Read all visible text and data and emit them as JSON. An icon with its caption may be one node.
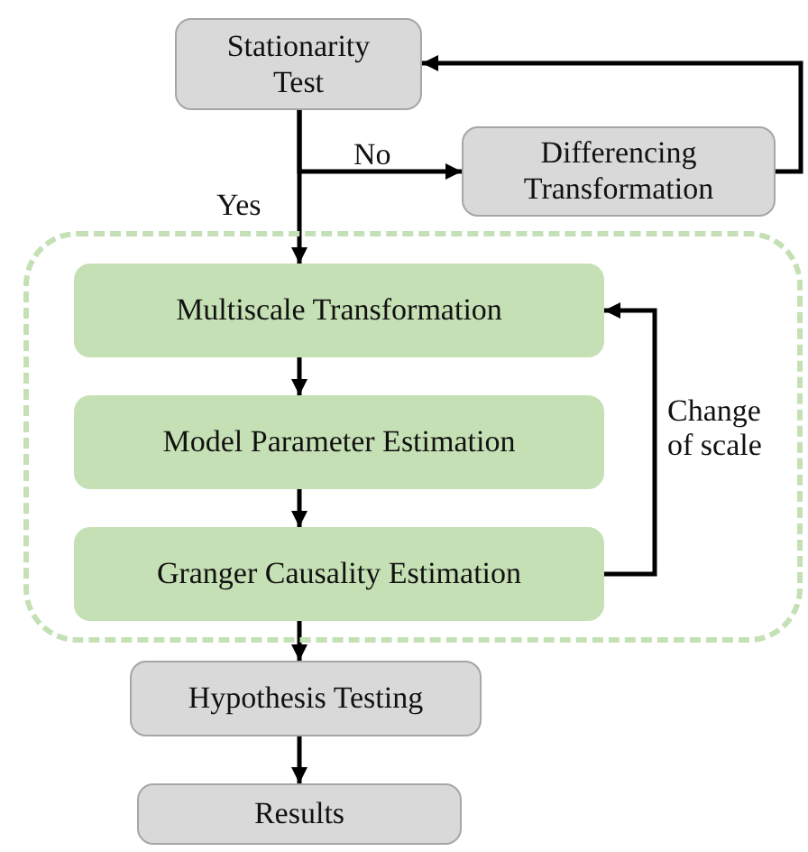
{
  "diagram": {
    "nodes": [
      {
        "text": [
          "Stationarity Test"
        ]
      },
      {
        "text": [
          "Differencing Transformation"
        ]
      },
      {
        "text": [],
        "shape": "box"
      },
      {
        "text": [
          "Multiscale Transformation"
        ],
        "in": 2
      },
      {
        "text": [
          "Model Parameter Estimation"
        ],
        "in": 2
      },
      {
        "text": [
          "Granger Causality Estimation"
        ],
        "in": 2
      },
      {
        "text": [
          "Hypothesis Testing"
        ]
      },
      {
        "text": [
          "Results"
        ]
      }
    ],
    "edges": [
      {
        "from": 0,
        "to": 3,
        "arrow": "to",
        "label": "Yes"
      },
      {
        "from": 0,
        "to": 1,
        "arrow": "to",
        "label": "No"
      },
      {
        "from": 1,
        "to": 0,
        "arrow": "to"
      },
      {
        "from": 3,
        "to": 4,
        "arrow": "to"
      },
      {
        "from": 4,
        "to": 5,
        "arrow": "to"
      },
      {
        "from": 5,
        "to": 3,
        "arrow": "to",
        "label": "Change of scale"
      },
      {
        "from": 5,
        "to": 6,
        "arrow": "to"
      },
      {
        "from": 6,
        "to": 7,
        "arrow": "to"
      }
    ]
  }
}
